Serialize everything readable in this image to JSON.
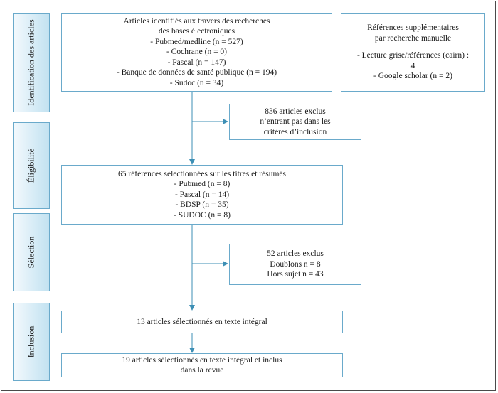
{
  "phases": {
    "identification": "Identification des articles",
    "eligibility": "Éligibilité",
    "selection": "Sélection",
    "inclusion": "Inclusion"
  },
  "boxes": {
    "databases": {
      "lines": [
        "Articles identifiés aux travers des recherches",
        "des bases électroniques",
        "- Pubmed/medline (n = 527)",
        "- Cochrane (n = 0)",
        "- Pascal (n = 147)",
        "- Banque de données de santé publique (n = 194)",
        "- Sudoc (n = 34)"
      ]
    },
    "manual": {
      "lines": [
        "Références supplémentaires",
        "par recherche manuelle",
        "",
        "- Lecture grise/références (cairn) :",
        "4",
        "- Google scholar (n = 2)"
      ]
    },
    "excluded_criteria": {
      "lines": [
        "836 articles exclus",
        "n’entrant pas dans les",
        "critères d’inclusion"
      ]
    },
    "selected_titles": {
      "lines": [
        "65 références sélectionnées sur les titres et résumés",
        "- Pubmed (n = 8)",
        "- Pascal (n = 14)",
        "- BDSP (n = 35)",
        "- SUDOC (n = 8)"
      ]
    },
    "excluded_duplicates": {
      "lines": [
        "52 articles exclus",
        "Doublons n = 8",
        "Hors sujet n = 43"
      ]
    },
    "full_text": {
      "lines": [
        "13 articles sélectionnés en texte intégral"
      ]
    },
    "included": {
      "lines": [
        "19 articles sélectionnés en texte intégral et inclus",
        "dans la revue"
      ]
    }
  },
  "colors": {
    "box_border": "#6aaacb",
    "arrow": "#3d8fb5",
    "sidebar_gradient_light": "#f3f9fd",
    "sidebar_gradient_dark": "#c2e2f1",
    "frame": "#4a4a4a"
  }
}
